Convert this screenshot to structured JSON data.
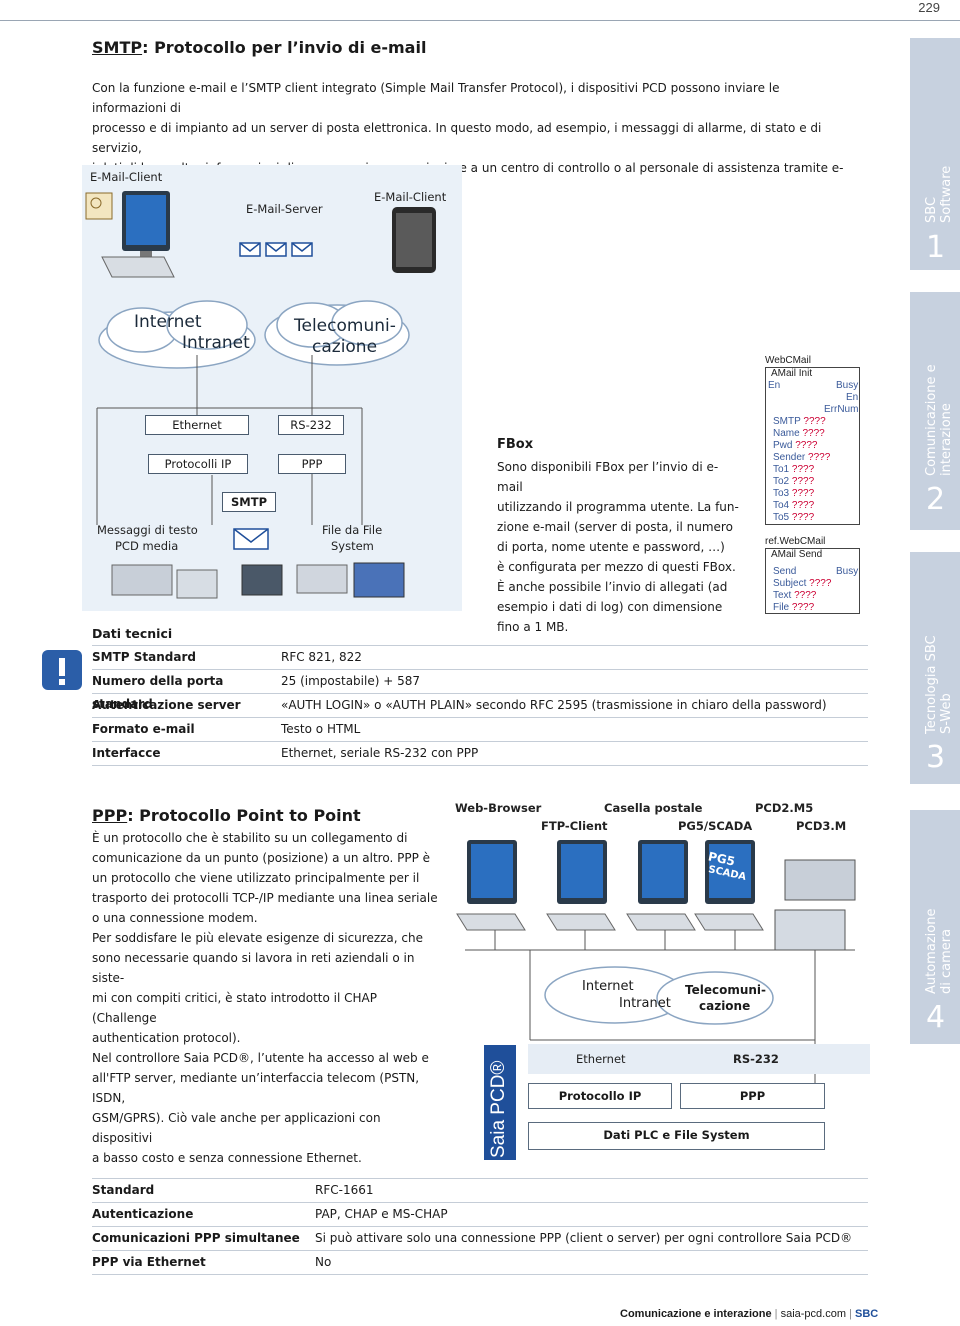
{
  "page_number": "229",
  "smtp_section": {
    "title_prefix": "SMTP",
    "title_rest": ": Protocollo per l’invio di e-mail",
    "paragraph_lines": [
      "Con la funzione e-mail e l’SMTP client integrato (Simple Mail Transfer Protocol), i dispositivi PCD possono inviare le informazioni di",
      "processo e di impianto ad un server di posta elettronica. In questo modo, ad esempio, i messaggi di allarme, di stato e di servizio,",
      "i dati di log o altre informazioni di processo, si possono inviare a un centro di controllo o al personale di assistenza tramite e-mail."
    ]
  },
  "diagram1": {
    "email_client_left": "E-Mail-Client",
    "email_server": "E-Mail-Server",
    "email_client_right": "E-Mail-Client",
    "cloud_internet": "Internet",
    "cloud_intranet": "Intranet",
    "cloud_telecom_1": "Telecomuni-",
    "cloud_telecom_2": "cazione",
    "ethernet": "Ethernet",
    "rs232": "RS-232",
    "protocolli_ip": "Protocolli IP",
    "ppp": "PPP",
    "smtp": "SMTP",
    "messaggi_1": "Messaggi di testo",
    "messaggi_2": "PCD media",
    "file_1": "File da File",
    "file_2": "System"
  },
  "fbox": {
    "title": "FBox",
    "lines": [
      "Sono disponibili FBox per l’invio di e-mail",
      "utilizzando il programma utente. La fun-",
      "zione e-mail (server di posta, il numero",
      "di porta, nome utente e password, …)",
      "è configurata per mezzo di questi FBox.",
      "È anche possibile l’invio di allegati (ad",
      "esempio i dati di log) con dimensione",
      "fino a 1 MB."
    ]
  },
  "fbox_widget": {
    "init_header": "WebCMail",
    "init_title": "AMail Init",
    "init_en": "En",
    "init_busy": "Busy",
    "init_en_out": "En",
    "init_errnum": "ErrNum",
    "init_rows": [
      {
        "label": "SMTP",
        "value": "????"
      },
      {
        "label": "Name",
        "value": "????"
      },
      {
        "label": "Pwd",
        "value": "????"
      },
      {
        "label": "Sender",
        "value": "????"
      },
      {
        "label": "To1",
        "value": "????"
      },
      {
        "label": "To2",
        "value": "????"
      },
      {
        "label": "To3",
        "value": "????"
      },
      {
        "label": "To4",
        "value": "????"
      },
      {
        "label": "To5",
        "value": "????"
      }
    ],
    "send_ref": "ref.WebCMail",
    "send_title": "AMail Send",
    "send_send": "Send",
    "send_busy": "Busy",
    "send_rows": [
      {
        "label": "Subject",
        "value": "????"
      },
      {
        "label": "Text",
        "value": "????"
      },
      {
        "label": "File",
        "value": "????"
      }
    ]
  },
  "tech_data": {
    "title": "Dati tecnici",
    "rows": [
      {
        "key": "SMTP Standard",
        "value": "RFC 821, 822"
      },
      {
        "key": "Numero della porta standard",
        "value": "25 (impostabile) + 587"
      },
      {
        "key": "Autenticazione server",
        "value": "«AUTH LOGIN» o «AUTH PLAIN» secondo RFC 2595 (trasmissione in chiaro della password)"
      },
      {
        "key": "Formato e-mail",
        "value": "Testo o HTML"
      },
      {
        "key": "Interfacce",
        "value": "Ethernet, seriale RS-232 con PPP"
      }
    ]
  },
  "ppp_section": {
    "title_prefix": "PPP",
    "title_rest": ": Protocollo Point to Point",
    "lines": [
      "È un protocollo che è stabilito su un collegamento di",
      "comunicazione da un punto (posizione) a un altro. PPP è",
      "un protocollo che viene utilizzato principalmente per il",
      "trasporto dei protocolli TCP-/IP mediante una linea seriale",
      "o una connessione modem.",
      "Per soddisfare le più elevate esigenze di sicurezza, che",
      "sono necessarie quando si lavora in reti aziendali o in siste-",
      "mi con compiti critici, è stato introdotto il CHAP (Challenge",
      "authentication protocol).",
      "Nel controllore Saia PCD®, l’utente ha accesso al web e",
      "all'FTP server, mediante un’interfaccia telecom (PSTN, ISDN,",
      "GSM/GPRS). Ciò vale anche per applicazioni con dispositivi",
      "a basso costo e senza connessione Ethernet."
    ]
  },
  "diagram2": {
    "web_browser": "Web-Browser",
    "casella": "Casella postale",
    "pcd2": "PCD2.M5",
    "ftp_client": "FTP-Client",
    "pg5": "PG5/SCADA",
    "pcd3": "PCD3.M",
    "pg5_logo_1": "PG5",
    "pg5_logo_2": "SCADA",
    "internet": "Internet",
    "intranet": "Intranet",
    "telecom_1": "Telecomuni-",
    "telecom_2": "cazione",
    "ethernet": "Ethernet",
    "rs232": "RS-232",
    "protocollo_ip": "Protocollo IP",
    "ppp": "PPP",
    "dati_plc": "Dati PLC e File System",
    "saia": "Saia PCD®"
  },
  "ppp_table": {
    "rows": [
      {
        "key": "Standard",
        "value": "RFC-1661"
      },
      {
        "key": "Autenticazione",
        "value": "PAP, CHAP e MS-CHAP"
      },
      {
        "key": "Comunicazioni PPP simultanee",
        "value": "Si può attivare solo una connessione PPP (client o server) per ogni controllore Saia PCD®"
      },
      {
        "key": "PPP via Ethernet",
        "value": "No"
      }
    ]
  },
  "side_tabs": [
    {
      "num": "1",
      "line1": "SBC",
      "line2": "Software"
    },
    {
      "num": "2",
      "line1": "Comunicazione e",
      "line2": "interazione"
    },
    {
      "num": "3",
      "line1": "Tecnologia SBC",
      "line2": "S-Web"
    },
    {
      "num": "4",
      "line1": "Automazione",
      "line2": "di camera"
    }
  ],
  "footer": {
    "section": "Comunicazione e interazione",
    "site": "saia-pcd.com",
    "brand": "SBC"
  },
  "colors": {
    "accent_blue": "#1f4f9a",
    "tab_grey": "#c7d1df",
    "diagram_bg": "#eaf1f8",
    "warning_blue": "#2b5ea8"
  }
}
